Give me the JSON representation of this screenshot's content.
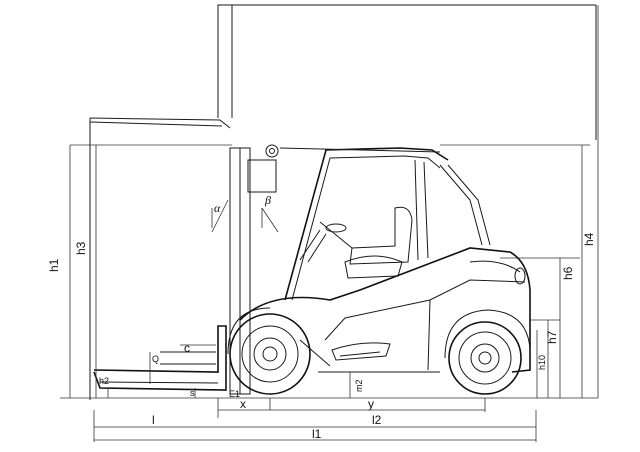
{
  "labels": {
    "h1": "h1",
    "h3": "h3",
    "h4": "h4",
    "h6": "h6",
    "h7": "h7",
    "h10": "h10",
    "h2": "h2",
    "s": "s",
    "c": "c",
    "Q": "Q",
    "alpha": "α",
    "beta": "β",
    "m2": "m2",
    "x": "x",
    "y": "y",
    "l": "l",
    "l1": "l1",
    "l2": "l2",
    "e1": "E1"
  },
  "colors": {
    "line": "#1a1a1a",
    "accent": "#c0392b"
  }
}
